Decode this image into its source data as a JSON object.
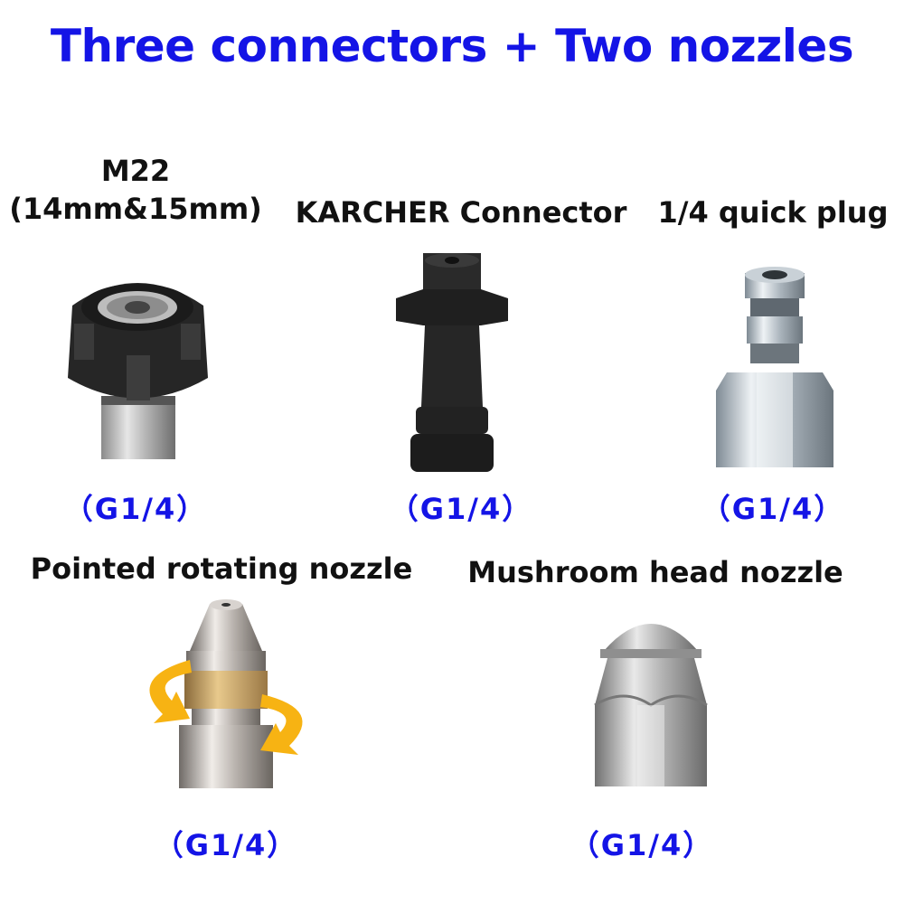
{
  "header": {
    "title": "Three connectors + Two nozzles"
  },
  "colors": {
    "title": "#1414e6",
    "spec": "#1414e6",
    "label": "#111111"
  },
  "products": [
    {
      "id": "m22",
      "label_line1": "M22",
      "label_line2": "(14mm&15mm)",
      "thread": "（G1/4）",
      "icon": "m22-coupler-icon"
    },
    {
      "id": "karcher",
      "label": "KARCHER Connector",
      "thread": "（G1/4）",
      "icon": "karcher-adapter-icon"
    },
    {
      "id": "quick",
      "label": "1/4 quick plug",
      "thread": "（G1/4）",
      "icon": "quick-plug-icon"
    },
    {
      "id": "pointed",
      "label": "Pointed rotating nozzle",
      "thread": "（G1/4）",
      "icon": "rotating-nozzle-icon"
    },
    {
      "id": "mushroom",
      "label": "Mushroom head nozzle",
      "thread": "（G1/4）",
      "icon": "mushroom-nozzle-icon"
    }
  ]
}
